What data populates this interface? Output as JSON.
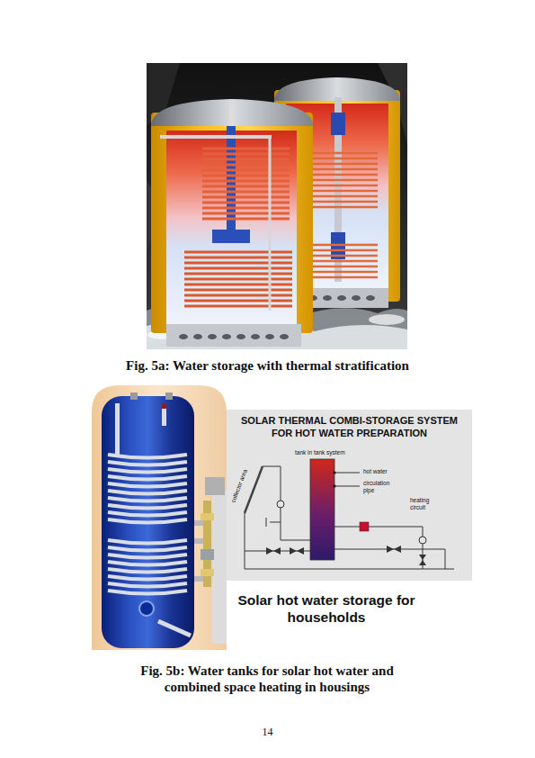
{
  "diagram": {
    "nodes": [
      {
        "text": [
          "SOLAR THERMAL COMBI-STORAGE SYSTEM FOR HOT WATER PREPARATION"
        ]
      }
    ],
    "labels": [
      "Fig. 5a: Water storage with thermal stratification",
      "tank in tank system",
      "collector area",
      "hot water",
      "circulation pipe",
      "heating circuit",
      "Solar hot water storage for households",
      "Fig. 5b: Water tanks for solar hot water and combined space heating in housings",
      "14"
    ]
  }
}
